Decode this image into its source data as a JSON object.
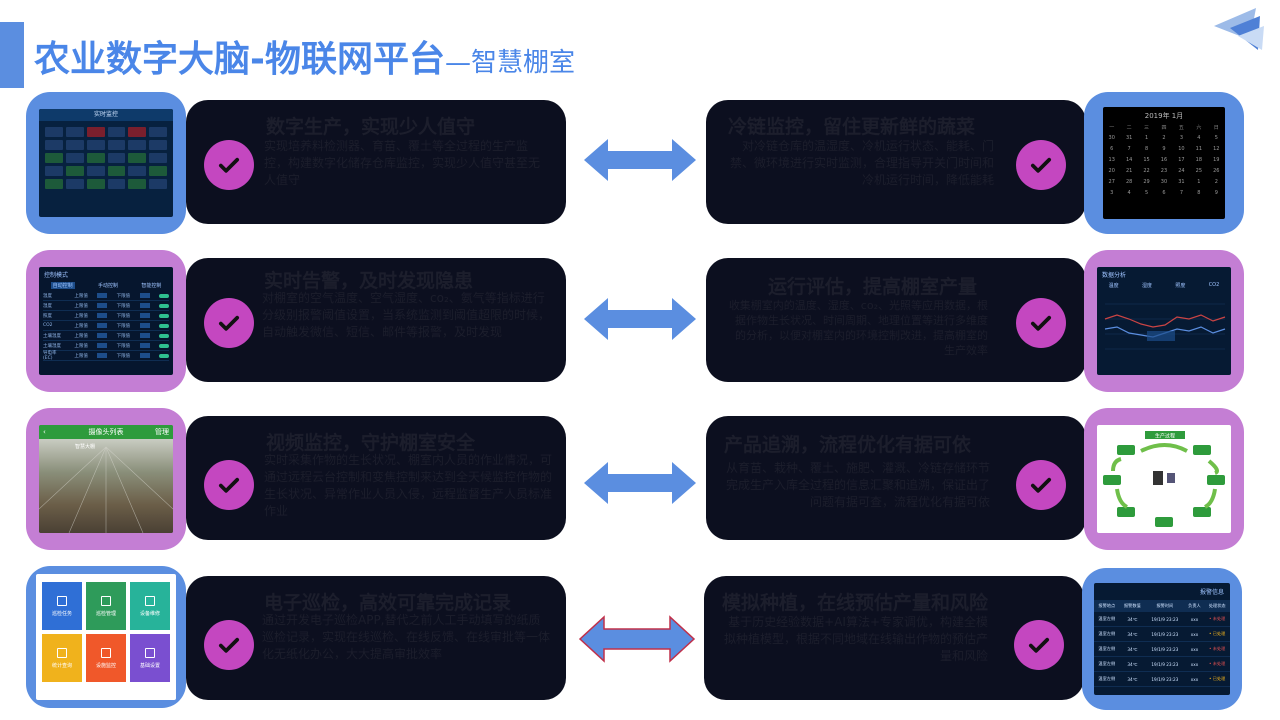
{
  "header": {
    "title": "农业数字大脑-物联网平台",
    "subtitle": "—智慧棚室"
  },
  "colors": {
    "blue": "#5b8ee0",
    "purple": "#c47ed4",
    "card": "#0c0f1f",
    "check": "#c447c0",
    "arrow": "#5b8ee0"
  },
  "features": [
    {
      "title": "数字生产，实现少人值守",
      "body": "实现培养料检测器、育苗、覆土等全过程的生产监控，构建数字化储存仓库监控，实现少人值守甚至无人值守"
    },
    {
      "title": "冷链监控，留住更新鲜的蔬菜",
      "body": "对冷链仓库的温湿度、冷机运行状态、能耗、门禁、微环境进行实时监测，合理指导开关门时间和冷机运行时间，降低能耗"
    },
    {
      "title": "实时告警，及时发现隐患",
      "body": "对棚室的空气温度、空气湿度、co₂、氨气等指标进行分级别报警阈值设置，当系统监测到阈值超限的时候，自动触发微信、短信、邮件等报警，及时发现"
    },
    {
      "title": "运行评估，提高棚室产量",
      "body": "收集棚室内的温度、湿度、co₂、光照等应用数据，根据作物生长状况、时间周期、地理位置等进行多维度的分析，以便对棚室内的环境控制改进，提高棚室的生产效率"
    },
    {
      "title": "视频监控，守护棚室安全",
      "body": "实时采集作物的生长状况、棚室内人员的作业情况，可通过远程云台控制和变焦控制来达到全天候监控作物的生长状况、异常作业人员入侵，远程监督生产人员标准作业"
    },
    {
      "title": "产品追溯，流程优化有据可依",
      "body": "从育苗、栽种、覆土、施肥、灌溉、冷链存储环节完成生产入库全过程的信息汇聚和追溯，保证出了问题有据可查，流程优化有据可依"
    },
    {
      "title": "电子巡检，高效可靠完成记录",
      "body": "通过开发电子巡检APP,替代之前人工手动填写的纸质巡检记录，实现在线巡检、在线反馈、在线审批等一体化无纸化办公，大大提高审批效率"
    },
    {
      "title": "模拟种植，在线预估产量和风险",
      "body": "基于历史经验数据+AI算法+专家调优，构建全模拟种植模型，根据不同地域在线输出作物的预估产量和风险"
    }
  ],
  "screens": {
    "realtime": {
      "title": "实时监控"
    },
    "calendar": {
      "header": "2019年 1月",
      "weekdays": [
        "一",
        "二",
        "三",
        "四",
        "五",
        "六",
        "日"
      ],
      "days": [
        "30",
        "31",
        "1",
        "2",
        "3",
        "4",
        "5",
        "6",
        "7",
        "8",
        "9",
        "10",
        "11",
        "12",
        "13",
        "14",
        "15",
        "16",
        "17",
        "18",
        "19",
        "20",
        "21",
        "22",
        "23",
        "24",
        "25",
        "26",
        "27",
        "28",
        "29",
        "30",
        "31",
        "1",
        "2",
        "3",
        "4",
        "5",
        "6",
        "7",
        "8",
        "9"
      ]
    },
    "control": {
      "title": "控制模式",
      "tabs": [
        "自动控制",
        "手动控制",
        "智能控制"
      ],
      "rows": [
        {
          "name": "温度",
          "upper": "上限值",
          "lower": "下限值"
        },
        {
          "name": "湿度",
          "upper": "上限值",
          "lower": "下限值"
        },
        {
          "name": "照度",
          "upper": "上限值",
          "lower": "下限值"
        },
        {
          "name": "CO2",
          "upper": "上限值",
          "lower": "下限值"
        },
        {
          "name": "土壤温度",
          "upper": "上限值",
          "lower": "下限值"
        },
        {
          "name": "土壤湿度",
          "upper": "上限值",
          "lower": "下限值"
        },
        {
          "name": "导电率(EC)",
          "upper": "上限值",
          "lower": "下限值"
        }
      ]
    },
    "analysis": {
      "title": "数据分析",
      "tabs": [
        "温度",
        "湿度",
        "照度",
        "CO2"
      ]
    },
    "camera": {
      "title": "摄像头列表",
      "action": "管理",
      "label": "智慧大棚"
    },
    "trace": {
      "title": "生产过程"
    },
    "inspection": {
      "tiles": [
        {
          "label": "巡检任务",
          "color": "#2f6fd6"
        },
        {
          "label": "巡检管理",
          "color": "#2e9b5a"
        },
        {
          "label": "设备维修",
          "color": "#27b39a"
        },
        {
          "label": "统计查询",
          "color": "#f0b21c"
        },
        {
          "label": "设施监控",
          "color": "#f0582a"
        },
        {
          "label": "基础设置",
          "color": "#7a4fd0"
        }
      ]
    },
    "alarm": {
      "title": "报警信息",
      "headers": [
        "报警地点",
        "报警数值",
        "报警时间",
        "负责人",
        "处理状态"
      ],
      "rows": [
        [
          "温室左侧",
          "34℃",
          "19/1/9 23:23",
          "xxx",
          "• 未处理"
        ],
        [
          "温室左侧",
          "34℃",
          "19/1/9 23:23",
          "xxx",
          "• 已处理"
        ],
        [
          "温室左侧",
          "34℃",
          "19/1/9 23:23",
          "xxx",
          "• 未处理"
        ],
        [
          "温室左侧",
          "34℃",
          "19/1/9 23:23",
          "xxx",
          "• 未处理"
        ],
        [
          "温室左侧",
          "34℃",
          "19/1/9 23:23",
          "xxx",
          "• 已处理"
        ]
      ]
    }
  }
}
